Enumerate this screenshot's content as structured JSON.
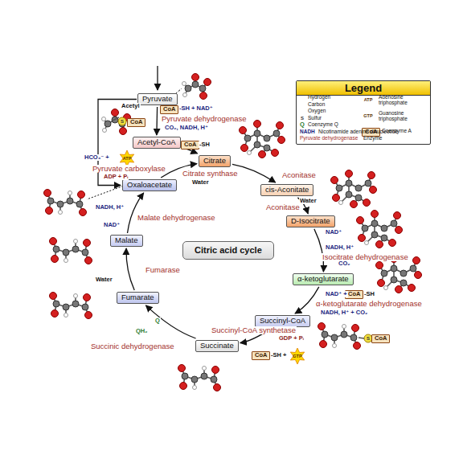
{
  "diagram": {
    "nodes": [
      {
        "text": [
          "Pyruvate"
        ]
      },
      {
        "text": [
          "CoA"
        ]
      },
      {
        "text": [
          "Acetyl-CoA"
        ]
      },
      {
        "text": [
          "CoA"
        ]
      },
      {
        "text": [
          "CoA"
        ]
      },
      {
        "text": [
          "Citrate"
        ]
      },
      {
        "text": [
          "cis-Aconitate"
        ]
      },
      {
        "text": [
          "D-Isocitrate"
        ]
      },
      {
        "text": [
          "CoA"
        ]
      },
      {
        "text": [
          "α-ketoglutarate"
        ]
      },
      {
        "text": [
          "Succinyl-CoA"
        ]
      },
      {
        "text": [
          "CoA"
        ]
      },
      {
        "text": [
          "Succinate"
        ]
      },
      {
        "text": [
          "CoA"
        ]
      },
      {
        "text": [
          "Fumarate"
        ]
      },
      {
        "text": [
          "Malate"
        ]
      },
      {
        "text": [
          "Oxaloacetate"
        ]
      },
      {
        "text": [
          "Citric acid cycle"
        ]
      },
      {
        "text": [
          "Legend"
        ]
      },
      {
        "text": [
          "CoA"
        ],
        "in": 18
      }
    ],
    "edges": [
      {
        "from": 0,
        "to": 2,
        "label": "Pyruvate dehydrogenase",
        "arrow": "to"
      },
      {
        "from": 2,
        "to": 5,
        "arrow": "to"
      },
      {
        "from": 16,
        "to": 5,
        "label": "Citrate synthase",
        "arrow": "to"
      },
      {
        "from": 5,
        "to": 6,
        "label": "Aconitase",
        "arrow": "to"
      },
      {
        "from": 6,
        "to": 7,
        "label": "Aconitase",
        "arrow": "to"
      },
      {
        "from": 7,
        "to": 9,
        "label": "Isocitrate dehydrogenase",
        "arrow": "to"
      },
      {
        "from": 9,
        "to": 10,
        "label": "α-ketoglutarate dehydrogenase",
        "arrow": "to"
      },
      {
        "from": 10,
        "to": 12,
        "label": "Succinyl-CoA synthetase",
        "arrow": "to"
      },
      {
        "from": 12,
        "to": 14,
        "label": "Succinic dehydrogenase",
        "arrow": "to"
      },
      {
        "from": 14,
        "to": 15,
        "label": "Fumarase",
        "arrow": "to"
      },
      {
        "from": 15,
        "to": 16,
        "label": "Malate dehydrogenase",
        "arrow": "to"
      },
      {
        "from": 0,
        "to": 16,
        "label": "Pyruvate carboxylase",
        "arrow": "to"
      }
    ],
    "labels": [
      "Acetyl",
      "-SH + NAD⁺",
      "CO₂, NADH, H⁺",
      "S",
      "HCO₃⁻ +",
      "ATP",
      "ADP + Pᵢ",
      "-SH",
      "Water",
      "Water",
      "NAD⁺",
      "NADH, H⁺",
      "CO₂",
      "NAD⁺ +",
      "-SH",
      "NADH, H⁺ + CO₂",
      "S",
      "GDP + Pᵢ",
      "-SH +",
      "GTP",
      "QH₂",
      "Q",
      "Water",
      "NAD⁺",
      "NADH, H⁺",
      "S",
      "Q",
      "NADH",
      "Pyruvate dehydrogenase",
      "ATP",
      "GTP"
    ],
    "legend": [
      {
        "text": "Hydrogen"
      },
      {
        "text": "Carbon"
      },
      {
        "text": "Oxygen"
      },
      {
        "text": "Sulfur"
      },
      {
        "text": "Coenzyme Q"
      },
      {
        "text": "Nicotinamide adenine dinucleotide"
      },
      {
        "text": "Enzyme"
      },
      {
        "text": "Adenosine triphosphate"
      },
      {
        "text": "Guanosine triphosphate"
      },
      {
        "text": "Coenzyme A"
      }
    ]
  }
}
